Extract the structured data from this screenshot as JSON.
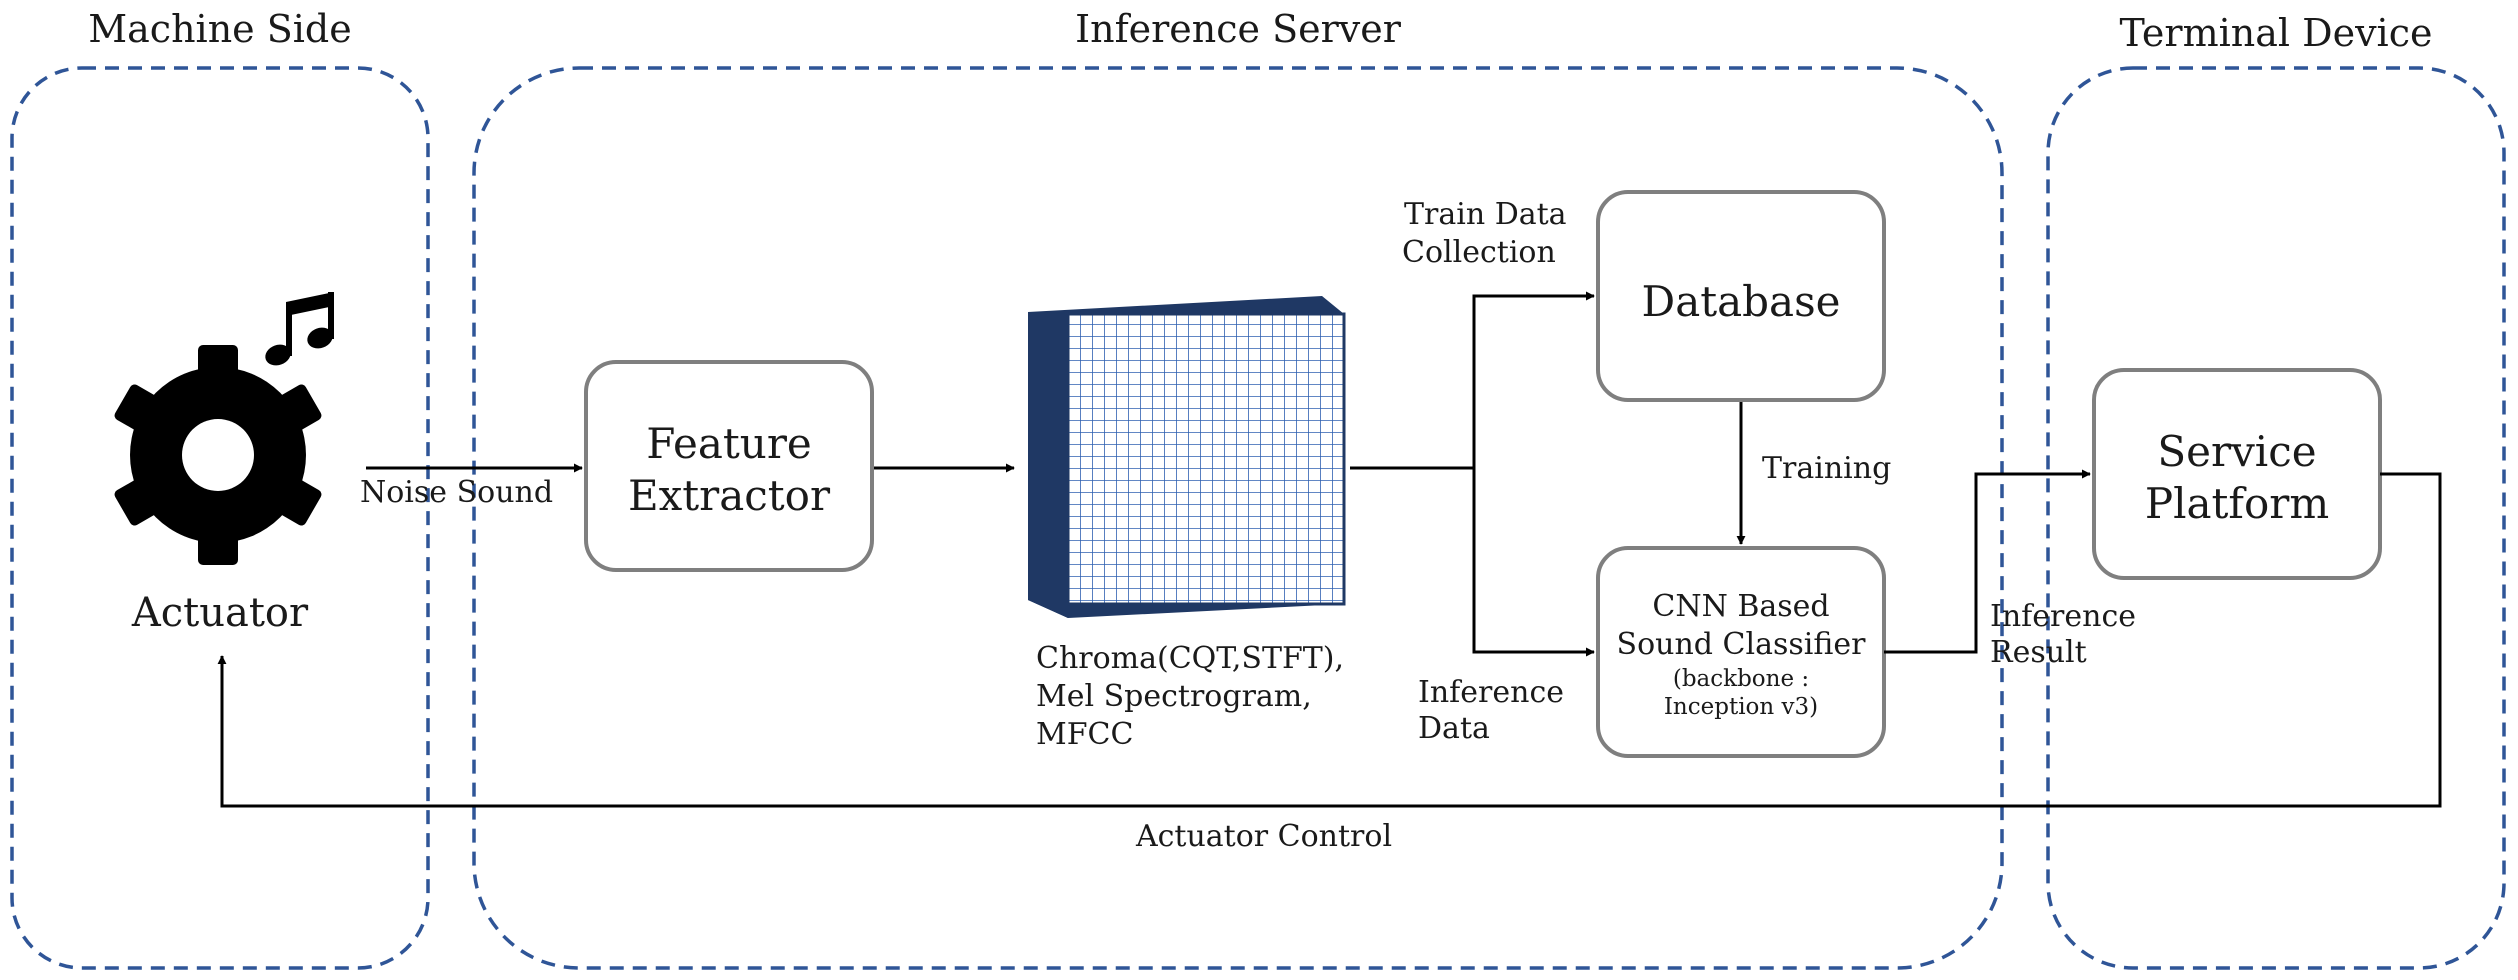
{
  "regions": {
    "machine_side": "Machine Side",
    "inference_server": "Inference Server",
    "terminal_device": "Terminal Device"
  },
  "actuator": {
    "label": "Actuator"
  },
  "edges": {
    "noise_sound": "Noise Sound",
    "train_data_1": "Train Data",
    "train_data_2": "Collection",
    "training": "Training",
    "inference_data_1": "Inference",
    "inference_data_2": "Data",
    "inference_result_1": "Inference",
    "inference_result_2": "Result",
    "actuator_control": "Actuator Control"
  },
  "boxes": {
    "feature_extractor": {
      "line1": "Feature",
      "line2": "Extractor"
    },
    "database": {
      "line1": "Database"
    },
    "cnn_classifier": {
      "line1": "CNN Based",
      "line2": "Sound Classifier",
      "line3": "(backbone :",
      "line4": "Inception v3)"
    },
    "service_platform": {
      "line1": "Service",
      "line2": "Platform"
    }
  },
  "features": {
    "line1": "Chroma(CQT,STFT),",
    "line2": "Mel Spectrogram,",
    "line3": "MFCC"
  },
  "colors": {
    "region_border": "#2f5597",
    "feature_block_dark": "#1f3864",
    "feature_grid": "#2e5fb0",
    "box_border": "#7f7f7f"
  },
  "icons": {
    "actuator": "gear-icon",
    "sound": "music-note-icon"
  }
}
